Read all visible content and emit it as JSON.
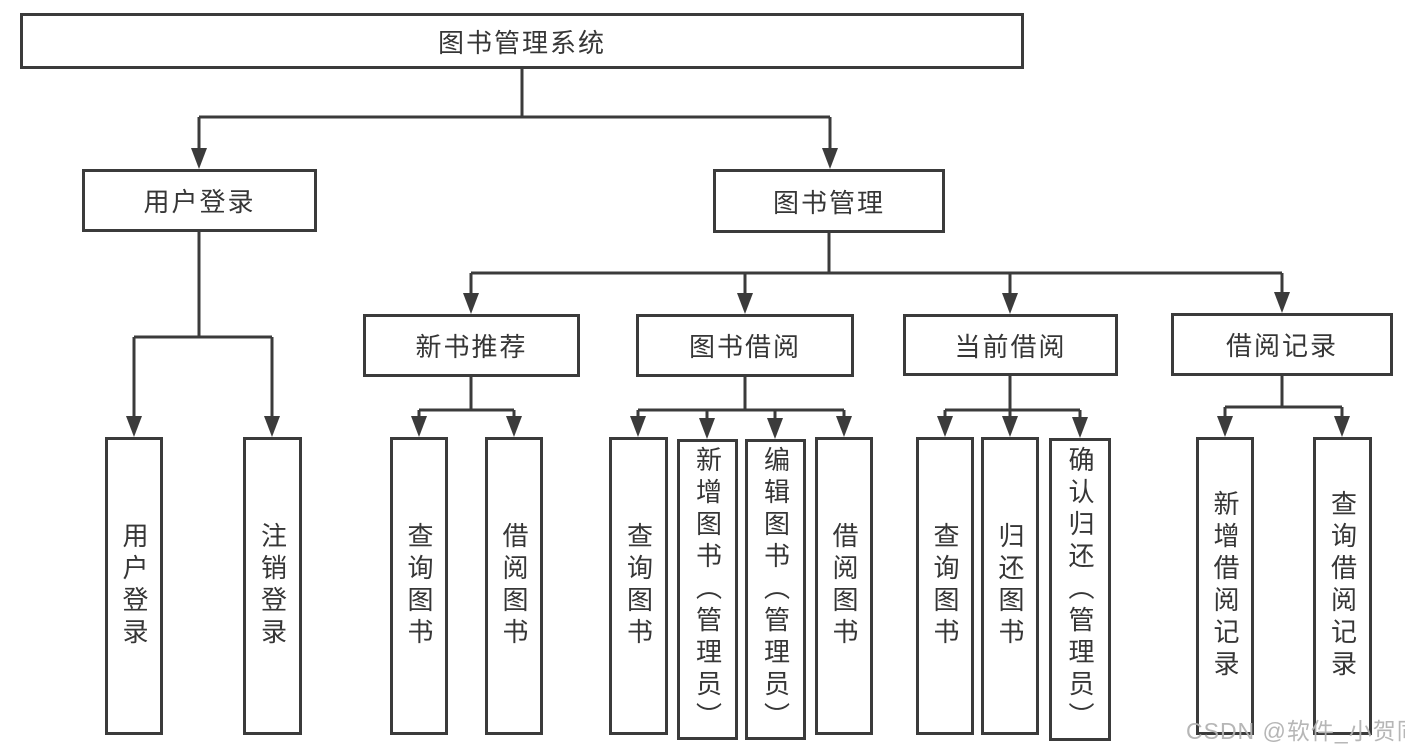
{
  "diagram_title": "图书管理系统",
  "tree": {
    "label": "图书管理系统",
    "children": [
      {
        "label": "用户登录",
        "children": [
          {
            "label": "用户登录"
          },
          {
            "label": "注销登录"
          }
        ]
      },
      {
        "label": "图书管理",
        "children": [
          {
            "label": "新书推荐",
            "children": [
              {
                "label": "查询图书"
              },
              {
                "label": "借阅图书"
              }
            ]
          },
          {
            "label": "图书借阅",
            "children": [
              {
                "label": "查询图书"
              },
              {
                "label": "新增图书（管理员）"
              },
              {
                "label": "编辑图书（管理员）"
              },
              {
                "label": "借阅图书"
              }
            ]
          },
          {
            "label": "当前借阅",
            "children": [
              {
                "label": "查询图书"
              },
              {
                "label": "归还图书"
              },
              {
                "label": "确认归还（管理员）"
              }
            ]
          },
          {
            "label": "借阅记录",
            "children": [
              {
                "label": "新增借阅记录"
              },
              {
                "label": "查询借阅记录"
              }
            ]
          }
        ]
      }
    ]
  },
  "watermark": {
    "text": "CSDN @软件_小贺同学",
    "color": "#b2b2b2"
  },
  "colors": {
    "line": "#3b3b3b",
    "box_border": "#3b3b3b",
    "text": "#363636",
    "background": "#ffffff"
  }
}
